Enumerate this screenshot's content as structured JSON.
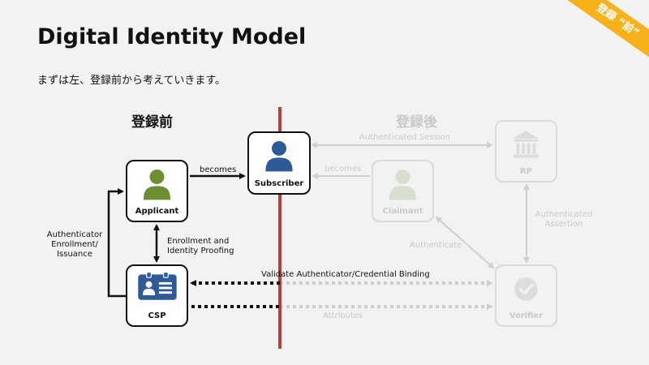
{
  "header": {
    "title": "Digital Identity Model",
    "subtitle": "まずは左、登録前から考えていきます。",
    "ribbon": "登録 “前”"
  },
  "sections": {
    "before": "登録前",
    "after": "登録後"
  },
  "nodes": {
    "applicant": "Applicant",
    "subscriber": "Subscriber",
    "csp": "CSP",
    "claimant": "Claimant",
    "rp": "RP",
    "verifier": "Verifier"
  },
  "edges": {
    "becomes_left": "becomes",
    "enrollment": [
      "Enrollment and",
      "Identity Proofing"
    ],
    "authenticator_issuance": [
      "Authenticator",
      "Enrollment/",
      "Issuance"
    ],
    "validate": "Validate Authenticator/Credential Binding",
    "attributes": "Attributes",
    "becomes_right": "becomes",
    "authenticated_session": "Authenticated Session",
    "authenticate": "Authenticate",
    "authenticated_assertion": [
      "Authenticated",
      "Assertion"
    ]
  },
  "colors": {
    "divider": "#b5413b",
    "applicant_green": "#6d8f32",
    "subscriber_blue": "#2f5a98",
    "ribbon": "#f7b21b",
    "faded": "#d9d9d9"
  }
}
